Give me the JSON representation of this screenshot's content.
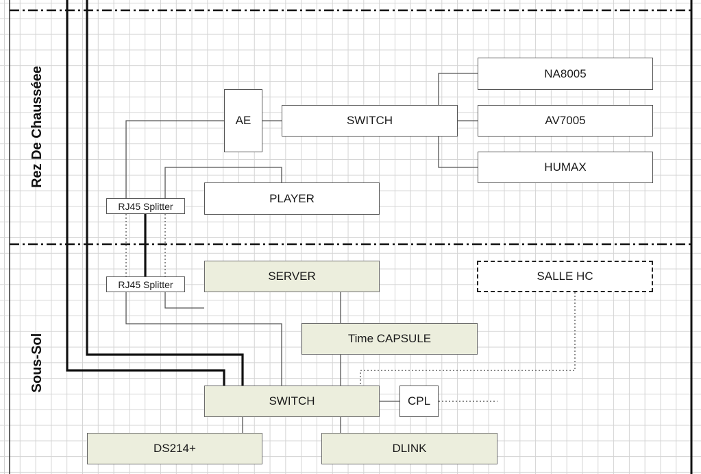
{
  "zones": {
    "ground_floor": "Rez De Chausséee",
    "basement": "Sous-Sol"
  },
  "devices": {
    "na8005": "NA8005",
    "av7005": "AV7005",
    "humax": "HUMAX",
    "ae": "AE",
    "switch_top": "SWITCH",
    "player": "PLAYER",
    "rj45_top": "RJ45 Splitter",
    "rj45_bottom": "RJ45 Splitter",
    "server": "SERVER",
    "salle_hc": "SALLE HC",
    "time_capsule": "Time CAPSULE",
    "switch_bottom": "SWITCH",
    "cpl": "CPL",
    "ds214": "DS214+",
    "dlink": "DLINK"
  },
  "colors": {
    "green_fill": "#eceedd",
    "line": "#555555"
  }
}
